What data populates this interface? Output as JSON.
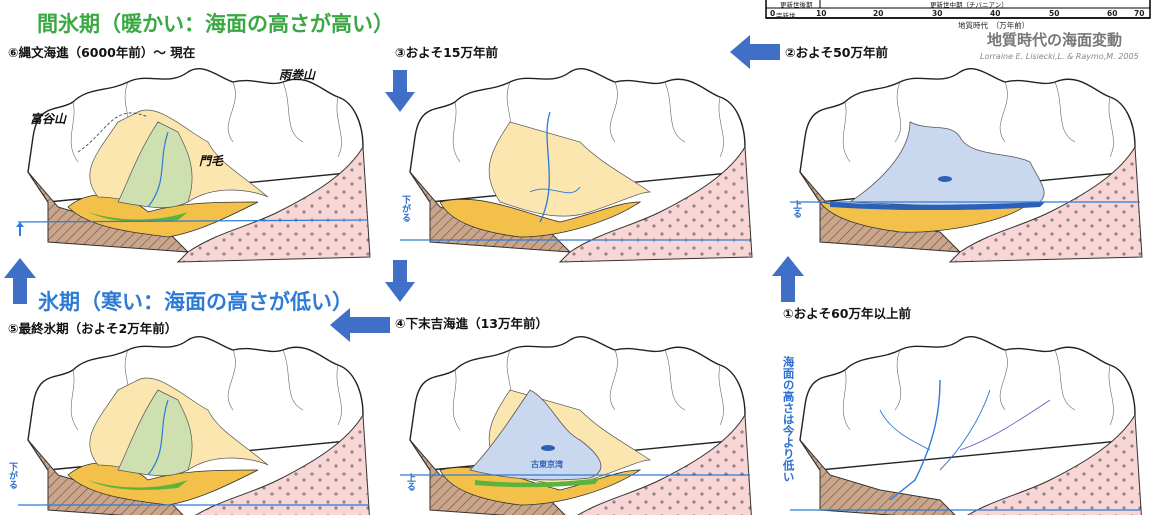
{
  "headings": {
    "interglacial": "間氷期（暖かい：海面の高さが高い）",
    "glacial": "氷期（寒い：海面の高さが低い）"
  },
  "stages": {
    "s1": "①およそ60万年以上前",
    "s2": "②およそ50万年前",
    "s3": "③およそ15万年前",
    "s4": "④下末吉海進（13万年前）",
    "s5": "⑤最終氷期（およそ2万年前）",
    "s6": "⑥縄文海進（6000年前）〜 現在"
  },
  "places": {
    "amaki": "雨巻山",
    "tomiya": "富谷山",
    "monge": "門毛",
    "bay": "古東京湾"
  },
  "sea_level": {
    "up": "上る",
    "down": "下がる",
    "lower_than_now": "海面の高さは今より低い"
  },
  "chart": {
    "title": "地質時代の海面変動",
    "source": "Lorraine E. Lisiecki,L. & Raymo,M. 2005",
    "xlabel": "地質時代　（万年前）",
    "ticks": [
      "0",
      "10",
      "20",
      "30",
      "40",
      "50",
      "60",
      "70"
    ],
    "epoch_holocene": "完新世",
    "row_label_left": "更新世後期",
    "row_label_mid": "更新世中期（チバニアン）"
  },
  "colors": {
    "green_heading": "#3aa843",
    "blue_heading": "#2e7bd6",
    "arrow": "#3f6fc7",
    "sea": "#c9d7ef",
    "granite": "#f7d3d3",
    "sediment": "#f3c04a"
  }
}
